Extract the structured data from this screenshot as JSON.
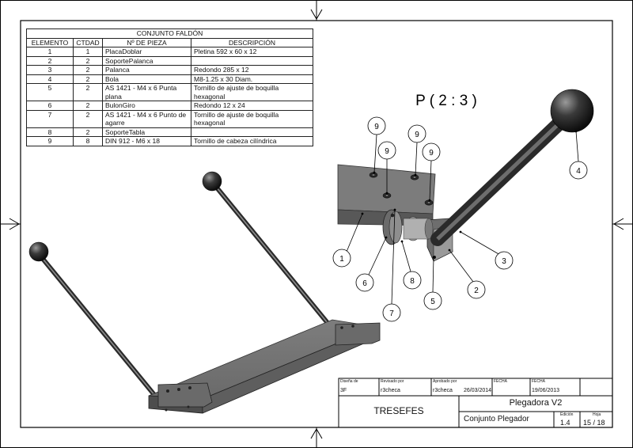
{
  "bom": {
    "title": "CONJUNTO FALDÓN",
    "headers": [
      "ELEMENTO",
      "CTDAD",
      "Nº DE PIEZA",
      "DESCRIPCIÓN"
    ],
    "rows": [
      {
        "item": "1",
        "qty": "1",
        "part": "PlacaDoblar",
        "desc": "Pletina 592 x 60 x 12"
      },
      {
        "item": "2",
        "qty": "2",
        "part": "SoportePalanca",
        "desc": ""
      },
      {
        "item": "3",
        "qty": "2",
        "part": "Palanca",
        "desc": "Redondo 285 x 12"
      },
      {
        "item": "4",
        "qty": "2",
        "part": "Bola",
        "desc": "M8-1.25 x 30 Diam."
      },
      {
        "item": "5",
        "qty": "2",
        "part": "AS 1421 - M4 x 6 Punta plana",
        "desc": "Tornillo de ajuste de boquilla hexagonal"
      },
      {
        "item": "6",
        "qty": "2",
        "part": "BulonGiro",
        "desc": "Redondo 12 x 24"
      },
      {
        "item": "7",
        "qty": "2",
        "part": "AS 1421 - M4 x 6 Punto de agarre",
        "desc": "Tornillo de ajuste de boquilla hexagonal"
      },
      {
        "item": "8",
        "qty": "2",
        "part": "SoporteTabla",
        "desc": ""
      },
      {
        "item": "9",
        "qty": "8",
        "part": "DIN 912 - M6 x 18",
        "desc": "Tornillo de cabeza cilíndrica"
      }
    ]
  },
  "detail_label": "P ( 2 : 3 )",
  "balloons": [
    "9",
    "9",
    "9",
    "9",
    "1",
    "6",
    "7",
    "8",
    "5",
    "2",
    "3",
    "4"
  ],
  "title_block": {
    "disenado_label": "Diseña de",
    "disenado_value": "3F",
    "revisado_label": "Revisado por",
    "revisado_value": "r3checa",
    "aprobado_label": "Aprobado por",
    "aprobado_value": "r3checa",
    "fecha1_label": "FECHA",
    "fecha1_value": "26/03/2014",
    "fecha2_label": "FECHA",
    "fecha2_value": "19/06/2013",
    "company": "TRESEFES",
    "title": "Plegadora V2",
    "subtitle": "Conjunto Plegador",
    "edicion_label": "Edición",
    "edicion_value": "1.4",
    "hoja_label": "Hoja",
    "hoja_value": "15 / 18"
  },
  "colors": {
    "line": "#000000",
    "part_dark": "#5b5b5b",
    "part_mid": "#7a7a7a",
    "part_light": "#a3a3a3"
  }
}
